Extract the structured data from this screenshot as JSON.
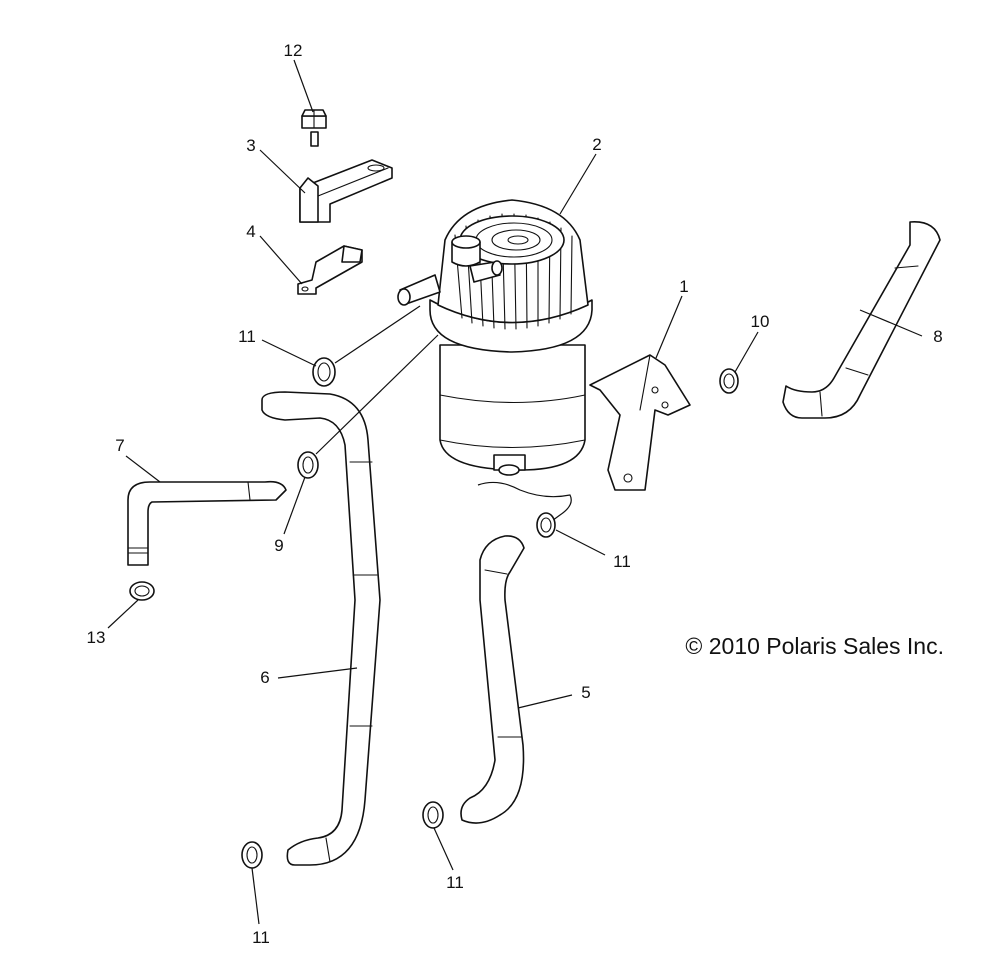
{
  "copyright": "© 2010 Polaris Sales Inc.",
  "callouts": {
    "c1": "1",
    "c2": "2",
    "c3": "3",
    "c4": "4",
    "c5": "5",
    "c6": "6",
    "c7": "7",
    "c8": "8",
    "c9": "9",
    "c10": "10",
    "c11a": "11",
    "c11b": "11",
    "c11c": "11",
    "c11d": "11",
    "c12": "12",
    "c13": "13"
  }
}
